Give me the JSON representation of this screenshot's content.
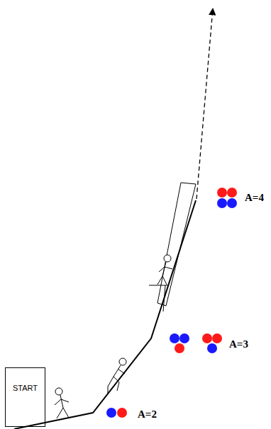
{
  "diagram": {
    "nodes": [
      {
        "text": [
          "START"
        ]
      }
    ],
    "labels": [
      "A=2",
      "A=3",
      "A=4"
    ]
  }
}
